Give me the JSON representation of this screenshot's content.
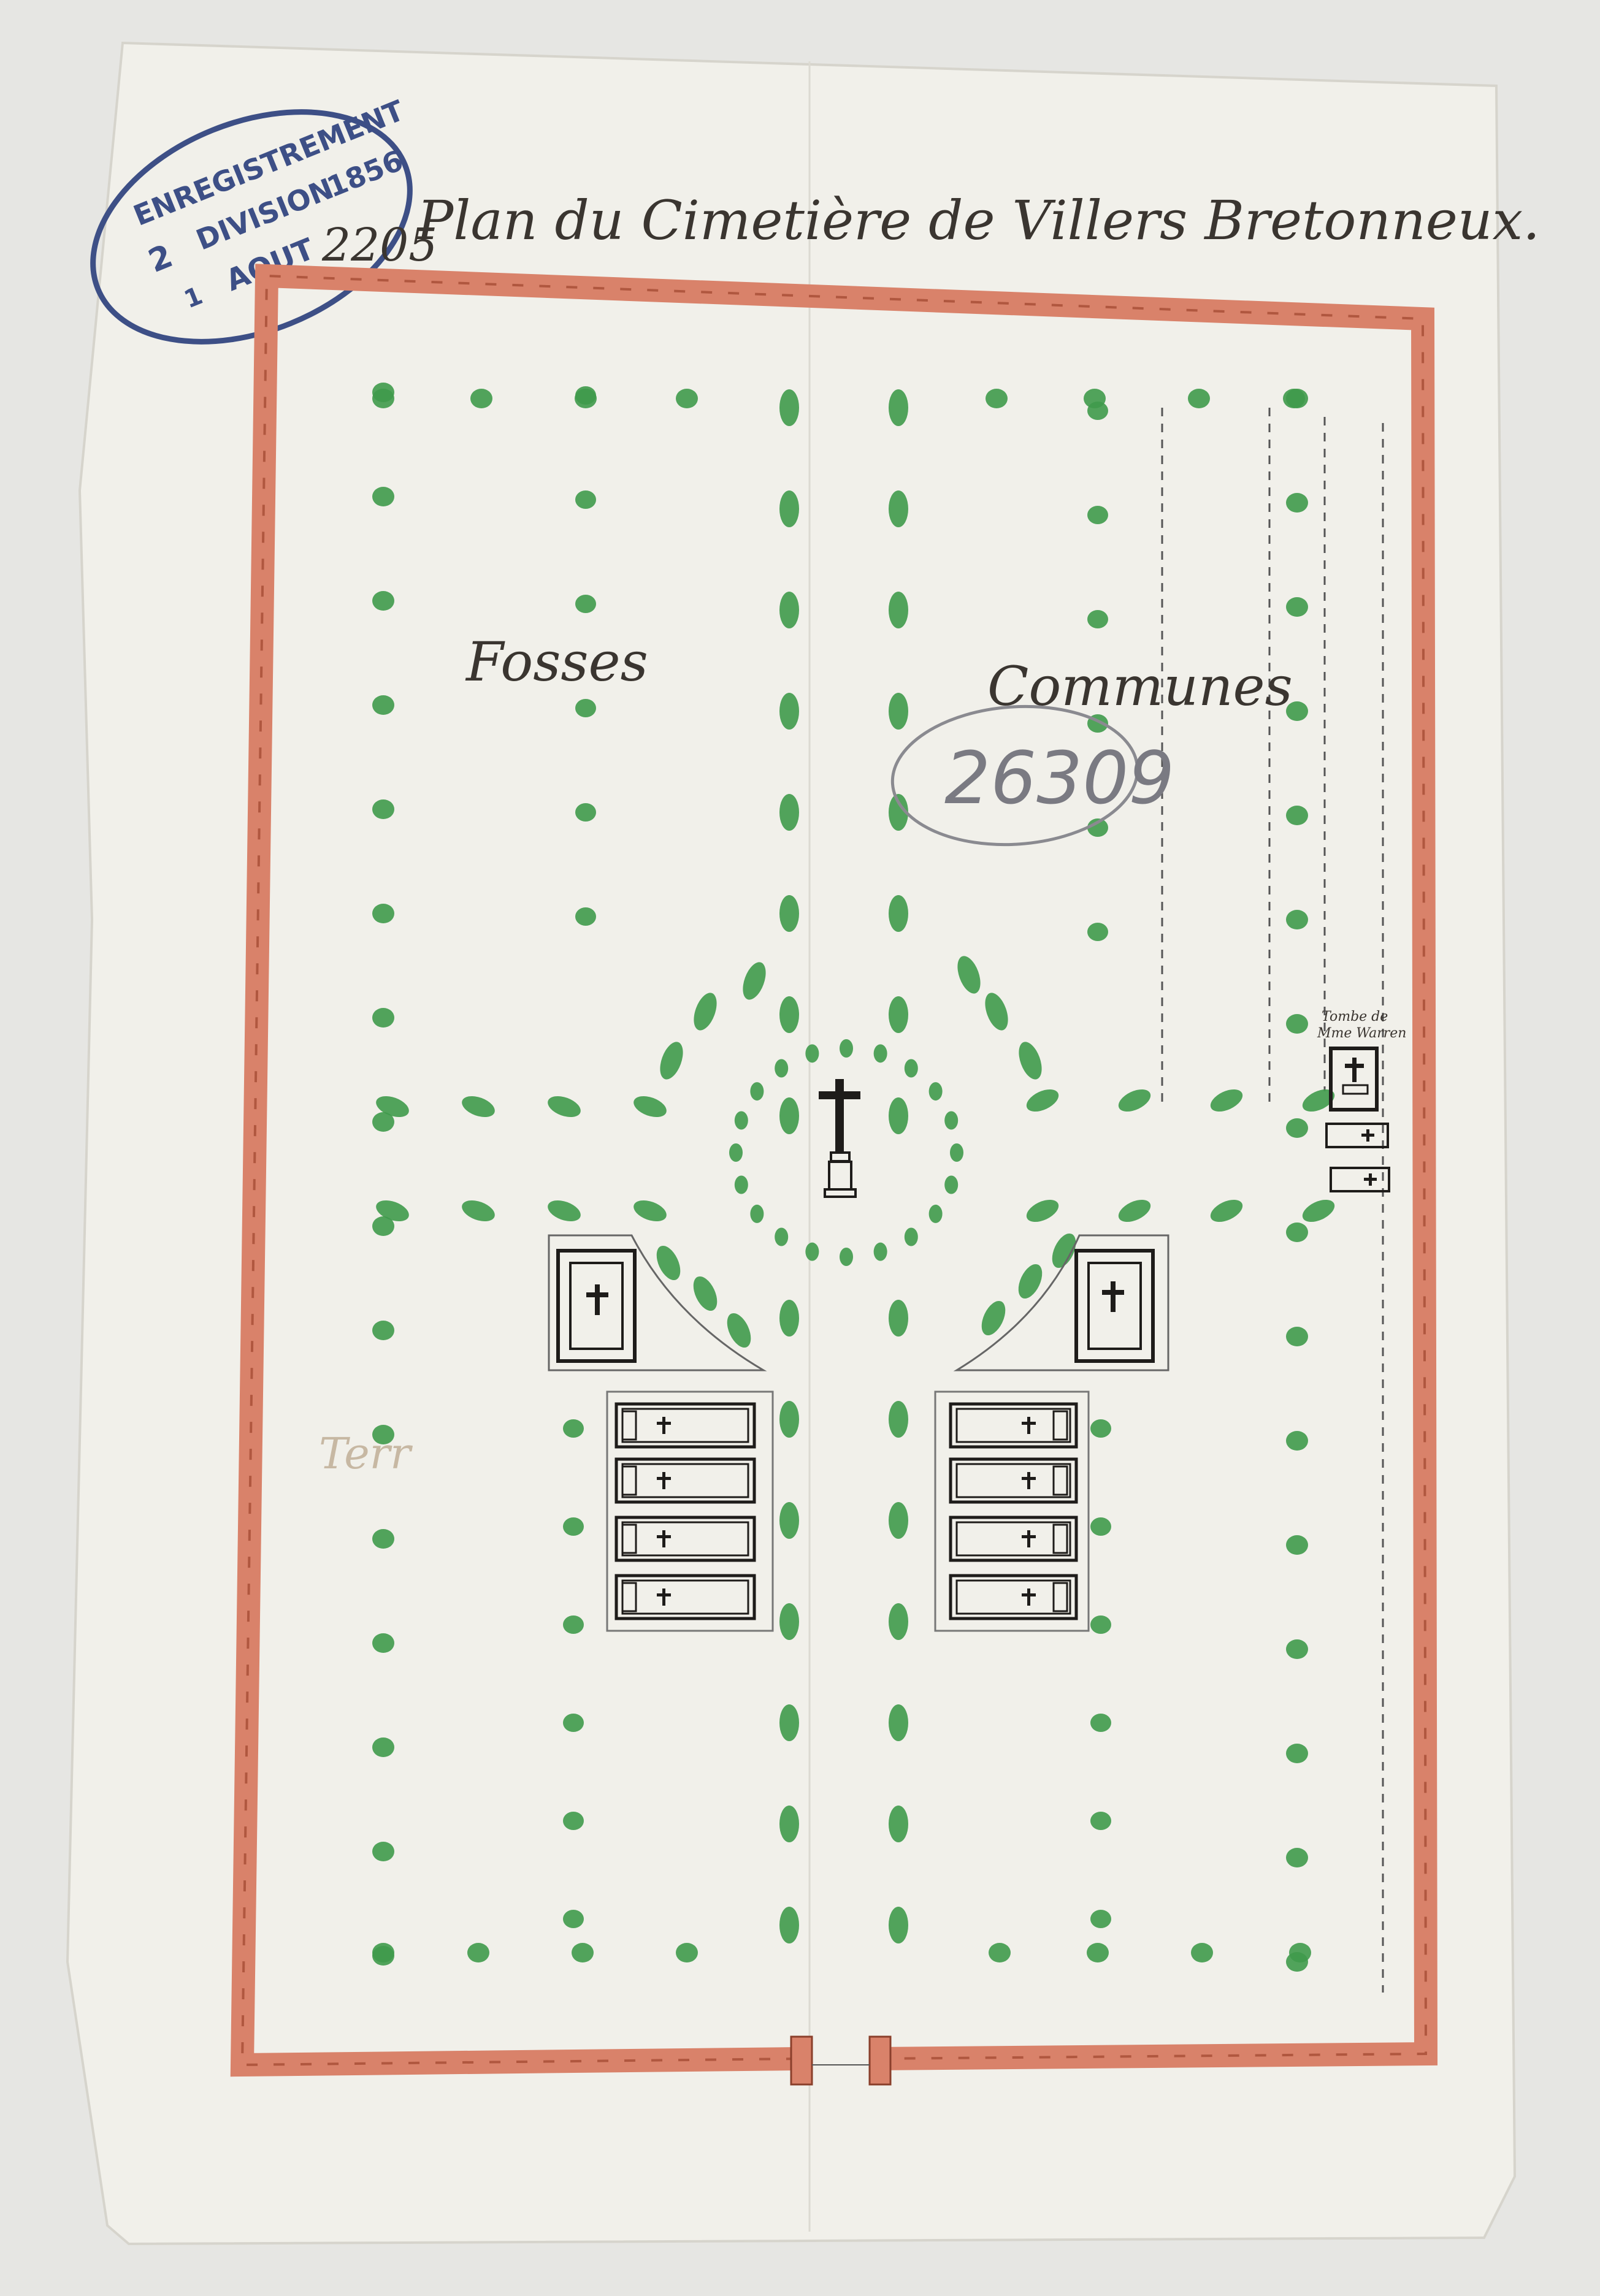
{
  "title": "Plan du Cimetière de Villers Bretonneux.",
  "labels": {
    "fosses": "Fosses",
    "communes": "Communes",
    "terre": "Terr",
    "tombe_note_1": "Tombe de",
    "tombe_note_2": "Mme Warren"
  },
  "stamp": {
    "line1": "ENREGISTREMENT",
    "division_num": "2",
    "division": "DIVISION",
    "year": "1856",
    "month": "AOUT",
    "day": "1",
    "handwritten": "2205"
  },
  "reference_number": "26309",
  "colors": {
    "paper": "#f1f0ea",
    "wall": "#d9826a",
    "wall_dark": "#b0573f",
    "trees": "#3f9a4b",
    "ink": "#3a3530",
    "stamp_ink": "#3d4f86",
    "pencil": "#8a8a90"
  },
  "icons": [
    "cross-icon",
    "tree-icon",
    "tomb-icon"
  ]
}
